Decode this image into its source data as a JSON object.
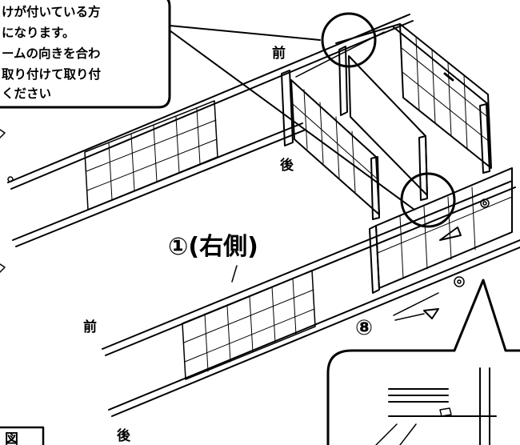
{
  "callout_note": {
    "lines": [
      "けが付いている方",
      "になります。",
      "ームの向きを合わ",
      "取り付けて取り付",
      "ください"
    ]
  },
  "labels": {
    "front_top": "前",
    "back_top": "後",
    "part_1": "①(右側)",
    "front_bottom": "前",
    "back_bottom": "後",
    "part_8": "⑧",
    "corner_box": "図"
  }
}
